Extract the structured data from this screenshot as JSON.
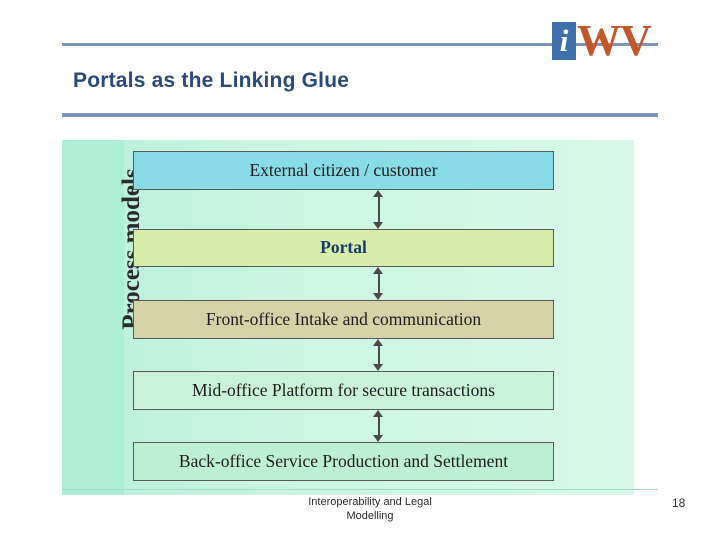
{
  "slide": {
    "title": "Portals as the Linking Glue",
    "page_number": "18",
    "footer": {
      "line1": "Interoperability and Legal",
      "line2": "Modelling"
    }
  },
  "logo": {
    "mark": "i",
    "word": "WV"
  },
  "diagram": {
    "axis_label": "Process models",
    "boxes": [
      {
        "label": "External citizen / customer"
      },
      {
        "label": "Portal"
      },
      {
        "label": "Front-office Intake and communication"
      },
      {
        "label": "Mid-office Platform for secure transactions"
      },
      {
        "label": "Back-office Service Production and Settlement"
      }
    ],
    "connectors": [
      {
        "name": "external-to-portal"
      },
      {
        "name": "portal-to-front-office"
      },
      {
        "name": "front-office-to-mid-office"
      },
      {
        "name": "mid-office-to-back-office"
      }
    ]
  },
  "colors": {
    "rule": "#7b96b8",
    "title": "#294a7a",
    "logo_mark_bg": "#3f6fa8",
    "logo_word": "#c2562c",
    "panel_bg": "#c5f2de",
    "box_external": "#87dce6",
    "box_portal": "#d7eeaa",
    "box_front": "#d6d2a8",
    "box_mid": "#c9f2d8",
    "box_back": "#bdf0d2"
  }
}
